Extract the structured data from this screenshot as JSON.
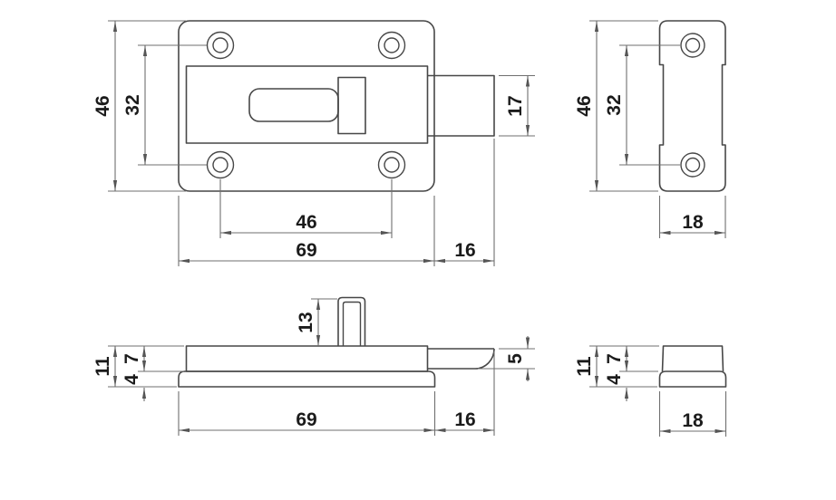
{
  "drawing": {
    "type": "technical-orthographic-drawing",
    "subject": "slide-bolt-latch",
    "units_shown": false,
    "colors": {
      "object_line": "#474747",
      "dimension_line": "#6f6f6f",
      "text": "#1b1b1b",
      "background": "#ffffff"
    },
    "views": {
      "front": {
        "dims": {
          "overall_height": "46",
          "hole_spacing_vertical": "32",
          "bolt_height": "17",
          "hole_spacing_horizontal": "46",
          "body_width": "69",
          "bolt_extension": "16"
        }
      },
      "side": {
        "dims": {
          "overall_height": "46",
          "hole_spacing_vertical": "32",
          "width": "18"
        }
      },
      "bottom": {
        "dims": {
          "knob_height": "13",
          "overall_thickness": "11",
          "plate_thickness": "7",
          "flange_thickness": "4",
          "bolt_thickness": "5",
          "body_width": "69",
          "bolt_extension": "16"
        }
      },
      "end": {
        "dims": {
          "overall_thickness": "11",
          "plate_thickness": "7",
          "flange_thickness": "4",
          "width": "18"
        }
      }
    }
  }
}
